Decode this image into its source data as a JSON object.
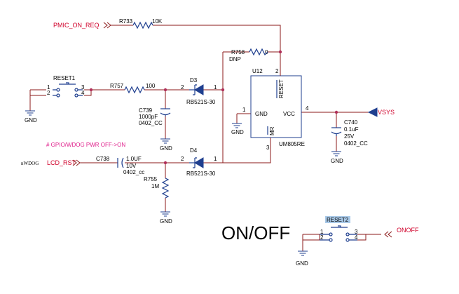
{
  "nets": {
    "pmic_on_req": "PMIC_ON_REQ",
    "vsys": "VSYS",
    "nwdog": "nWDOG",
    "lcd_rst": "LCD_RST",
    "onoff": "ONOFF",
    "gnd": "GND"
  },
  "note": "# GPIO/WDOG PWR OFF->ON",
  "title": "ON/OFF",
  "parts": {
    "r733": {
      "ref": "R733",
      "value": "10K"
    },
    "r758": {
      "ref": "R758",
      "value": "0",
      "extra": "DNP"
    },
    "r757": {
      "ref": "R757",
      "value": "100"
    },
    "r755": {
      "ref": "R755",
      "value": "1M"
    },
    "c739": {
      "ref": "C739",
      "value": "1000pF",
      "package": "0402_CC"
    },
    "c738": {
      "ref": "C738",
      "value": "1.0UF",
      "voltage": "10V",
      "package": "0402_cc"
    },
    "c740": {
      "ref": "C740",
      "value": "0.1uF",
      "voltage": "25V",
      "package": "0402_CC"
    },
    "d3": {
      "ref": "D3",
      "part": "RB521S-30"
    },
    "d4": {
      "ref": "D4",
      "part": "RB521S-30"
    },
    "u12": {
      "ref": "U12",
      "part": "UM805RE",
      "pin_reset": "RESET",
      "pin_gnd": "GND",
      "pin_vcc": "VCC",
      "pin_mr": "MR"
    },
    "reset1": {
      "ref": "RESET1"
    },
    "reset2": {
      "ref": "RESET2"
    }
  },
  "pins": {
    "p1": "1",
    "p2": "2",
    "p3": "3",
    "p4": "4"
  }
}
